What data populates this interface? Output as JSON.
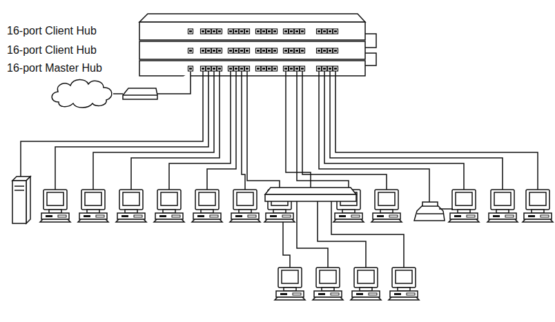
{
  "diagram": {
    "nodes": [
      {
        "text": [
          "16-port Client Hub"
        ]
      },
      {
        "text": [
          "16-port Client Hub"
        ]
      },
      {
        "text": [
          "16-port Master Hub"
        ]
      }
    ],
    "edges": [
      {
        "from": 0,
        "to": 1,
        "arrow": "none"
      },
      {
        "from": 1,
        "to": 2,
        "arrow": "none"
      }
    ]
  }
}
